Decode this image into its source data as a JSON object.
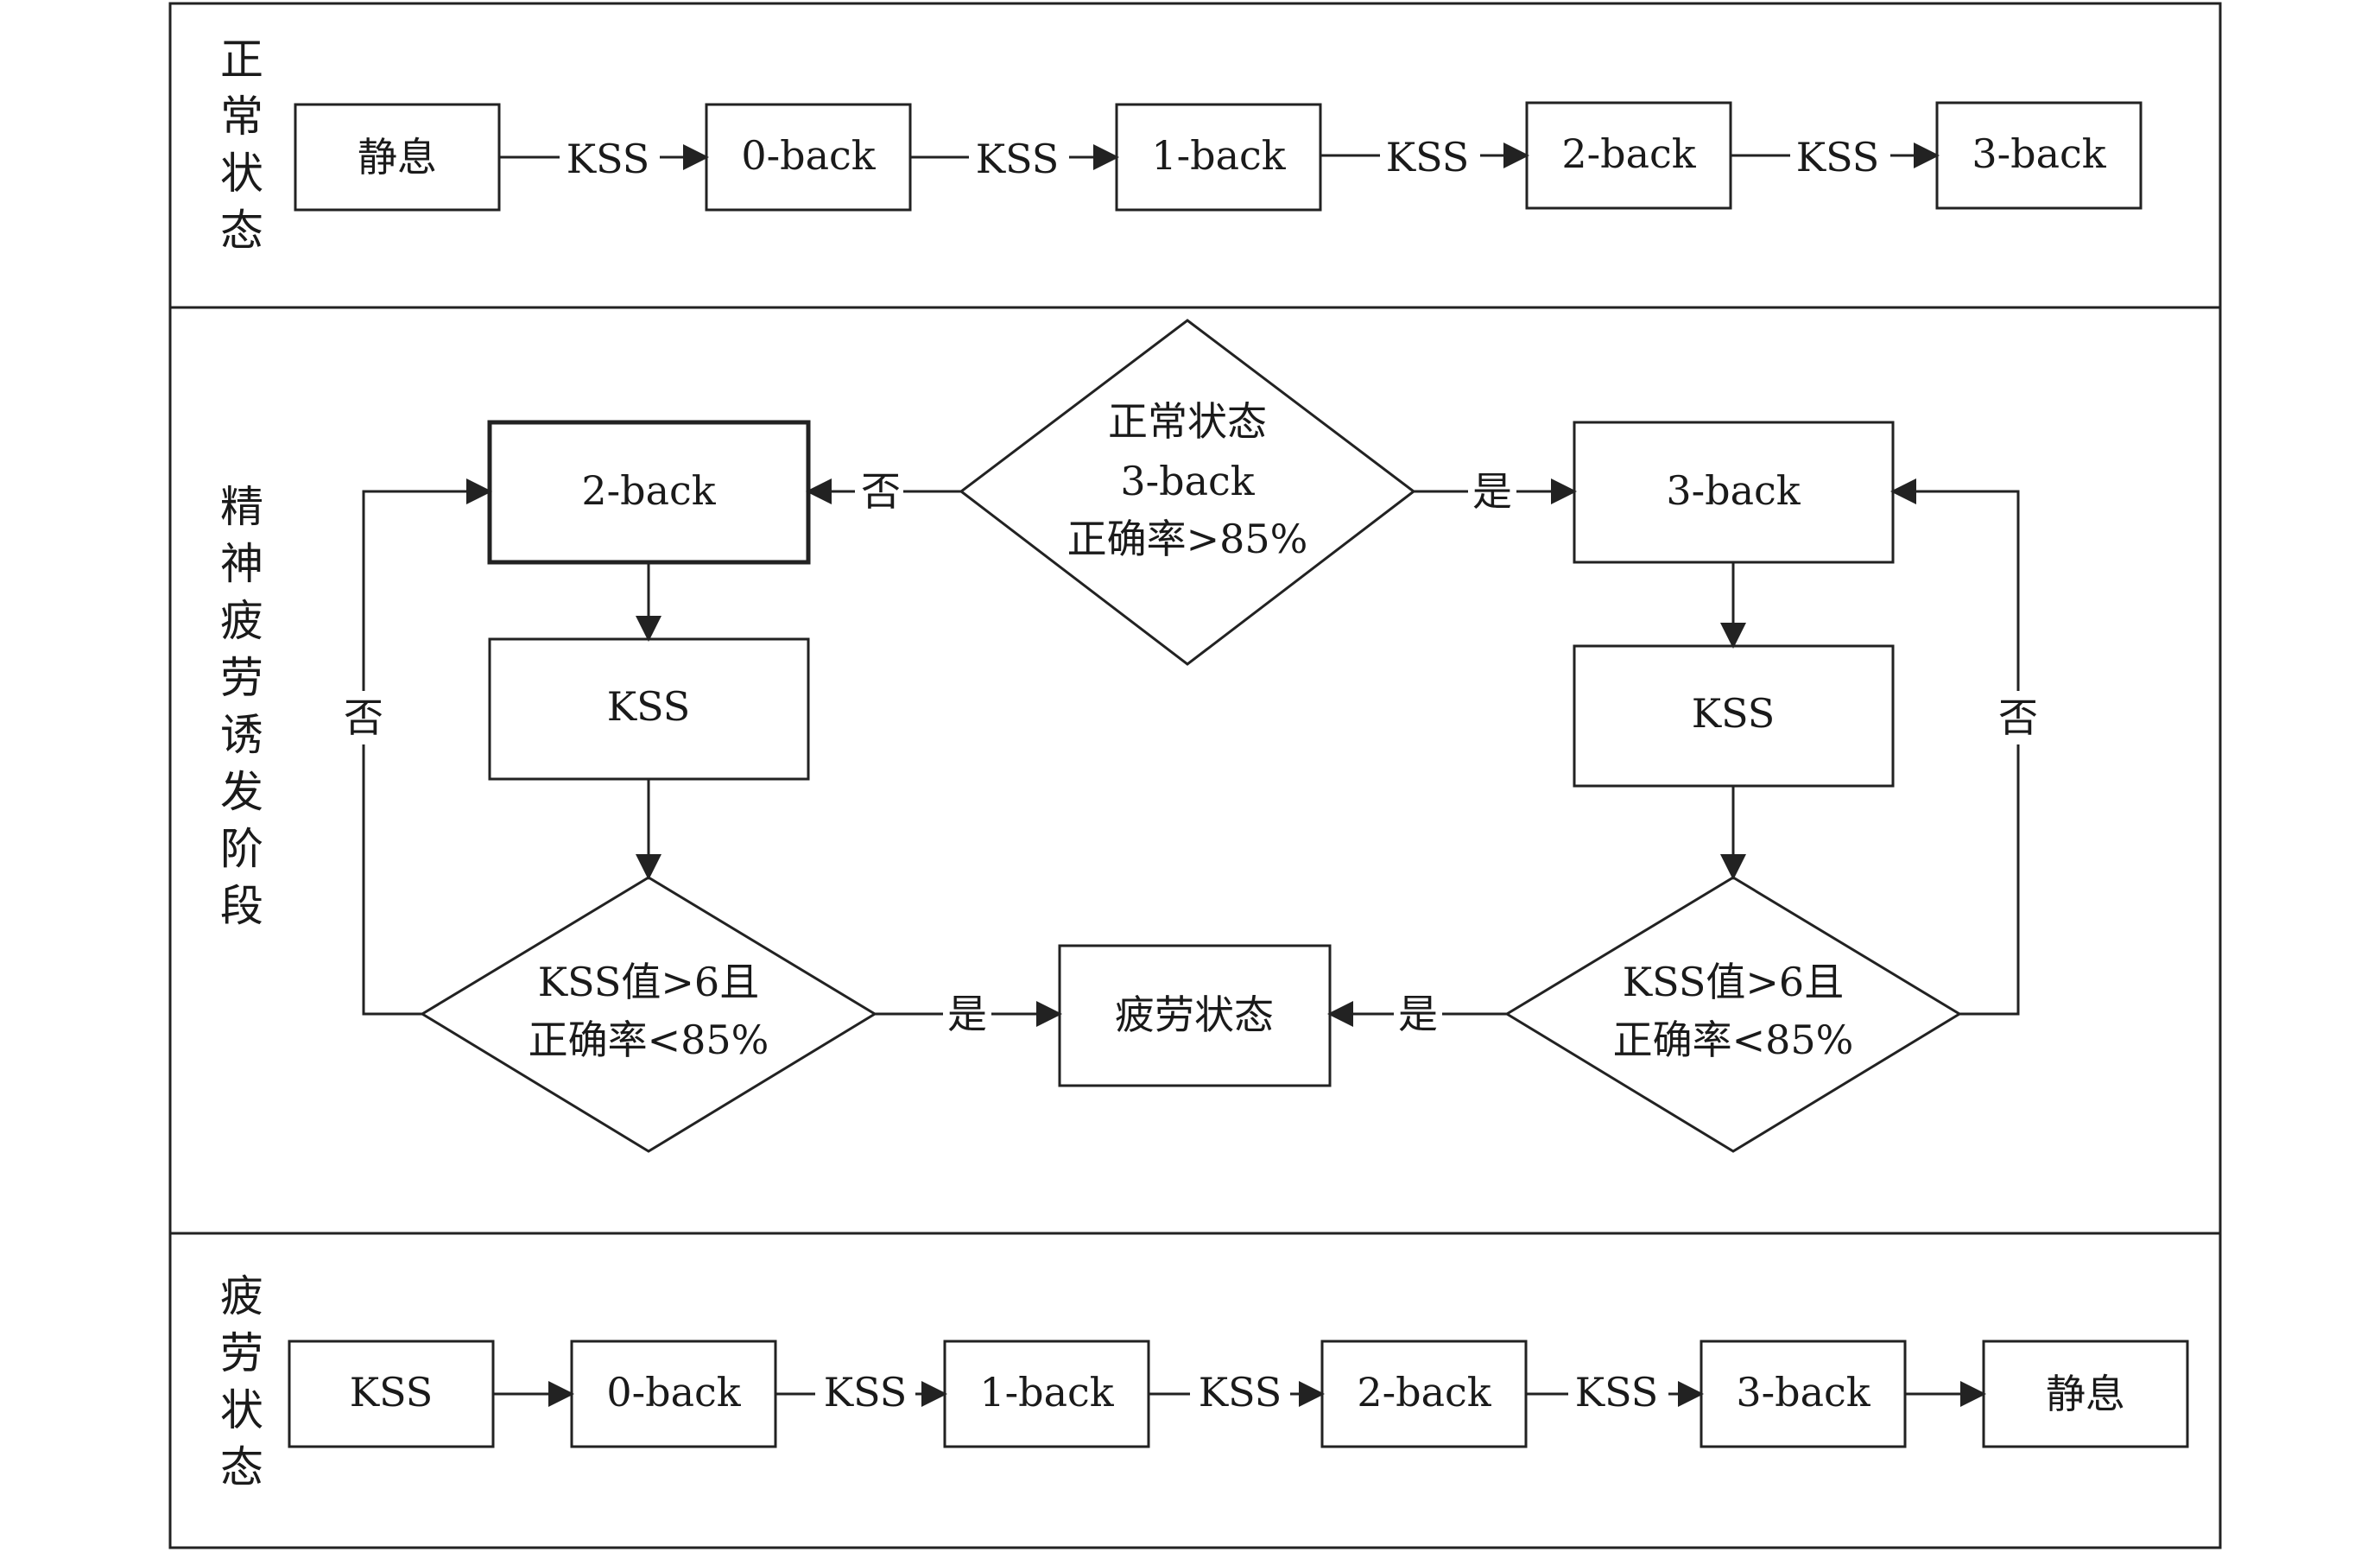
{
  "sections": {
    "normal": {
      "label": "正常状态"
    },
    "induction": {
      "label": "精神疲劳诱发阶段"
    },
    "fatigue": {
      "label": "疲劳状态"
    }
  },
  "normal_flow": {
    "boxes": [
      "静息",
      "0-back",
      "1-back",
      "2-back",
      "3-back"
    ],
    "edge_label": "KSS"
  },
  "induction_flow": {
    "decision_top": [
      "正常状态",
      "3-back",
      "正确率>85%"
    ],
    "left_task": "2-back",
    "right_task": "3-back",
    "left_kss": "KSS",
    "right_kss": "KSS",
    "left_check": [
      "KSS值>6且",
      "正确率<85%"
    ],
    "right_check": [
      "KSS值>6且",
      "正确率<85%"
    ],
    "result": "疲劳状态",
    "yes": "是",
    "no": "否"
  },
  "fatigue_flow": {
    "boxes": [
      "KSS",
      "0-back",
      "1-back",
      "2-back",
      "3-back",
      "静息"
    ],
    "edge_label": "KSS"
  }
}
